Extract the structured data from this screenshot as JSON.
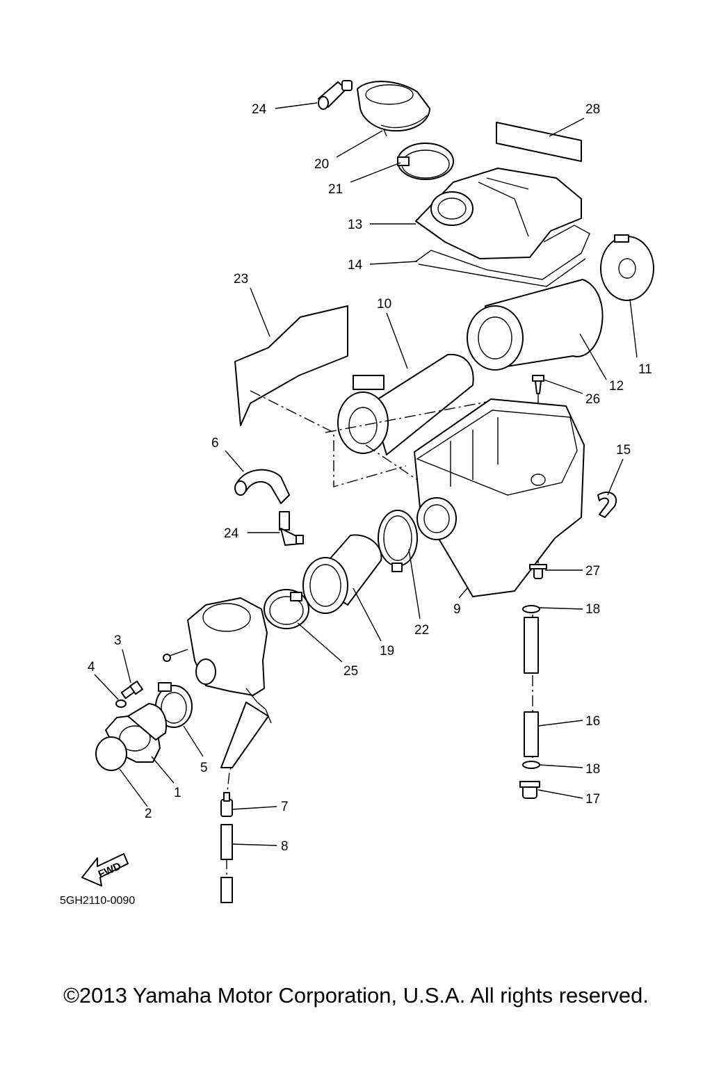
{
  "diagram": {
    "part_code": "5GH2110-0090",
    "direction_label": "FWD",
    "callouts": [
      {
        "id": "c24a",
        "label": "24"
      },
      {
        "id": "c28",
        "label": "28"
      },
      {
        "id": "c20",
        "label": "20"
      },
      {
        "id": "c21",
        "label": "21"
      },
      {
        "id": "c13",
        "label": "13"
      },
      {
        "id": "c14",
        "label": "14"
      },
      {
        "id": "c23",
        "label": "23"
      },
      {
        "id": "c10",
        "label": "10"
      },
      {
        "id": "c11",
        "label": "11"
      },
      {
        "id": "c12",
        "label": "12"
      },
      {
        "id": "c26",
        "label": "26"
      },
      {
        "id": "c6",
        "label": "6"
      },
      {
        "id": "c15",
        "label": "15"
      },
      {
        "id": "c24b",
        "label": "24"
      },
      {
        "id": "c27",
        "label": "27"
      },
      {
        "id": "c9",
        "label": "9"
      },
      {
        "id": "c22",
        "label": "22"
      },
      {
        "id": "c18a",
        "label": "18"
      },
      {
        "id": "c19",
        "label": "19"
      },
      {
        "id": "c3",
        "label": "3"
      },
      {
        "id": "c25",
        "label": "25"
      },
      {
        "id": "c4",
        "label": "4"
      },
      {
        "id": "c16",
        "label": "16"
      },
      {
        "id": "c5",
        "label": "5"
      },
      {
        "id": "c18b",
        "label": "18"
      },
      {
        "id": "c1",
        "label": "1"
      },
      {
        "id": "c17",
        "label": "17"
      },
      {
        "id": "c2",
        "label": "2"
      },
      {
        "id": "c7",
        "label": "7"
      },
      {
        "id": "c8",
        "label": "8"
      }
    ]
  },
  "footer": {
    "copyright": "©2013 Yamaha Motor Corporation, U.S.A. All rights reserved."
  }
}
